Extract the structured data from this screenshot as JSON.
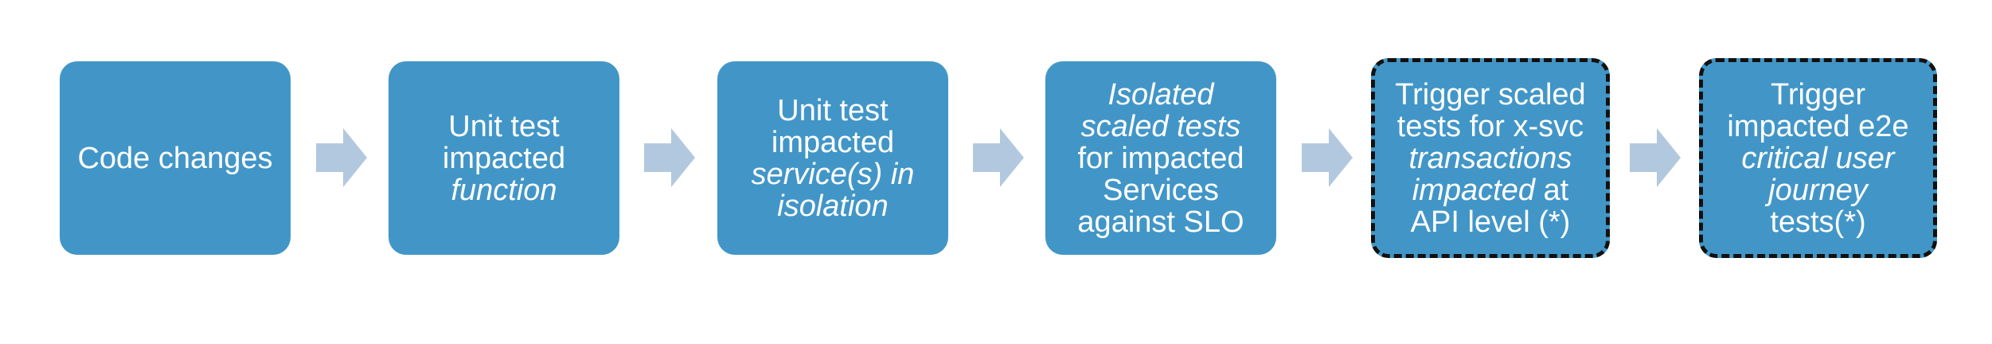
{
  "colors": {
    "box_fill": "#4296C7",
    "arrow_fill": "#B2C8DF",
    "dash_border": "#111111",
    "text": "#FFFFFF"
  },
  "steps": [
    {
      "dashed": false,
      "lines": [
        [
          {
            "t": "Code changes",
            "i": false
          }
        ]
      ]
    },
    {
      "dashed": false,
      "lines": [
        [
          {
            "t": "Unit test",
            "i": false
          }
        ],
        [
          {
            "t": "impacted",
            "i": false
          }
        ],
        [
          {
            "t": "function",
            "i": true
          }
        ]
      ]
    },
    {
      "dashed": false,
      "lines": [
        [
          {
            "t": "Unit test",
            "i": false
          }
        ],
        [
          {
            "t": "impacted",
            "i": false
          }
        ],
        [
          {
            "t": "service(s) in",
            "i": true
          }
        ],
        [
          {
            "t": "isolation",
            "i": true
          }
        ]
      ]
    },
    {
      "dashed": false,
      "lines": [
        [
          {
            "t": "Isolated",
            "i": true
          }
        ],
        [
          {
            "t": "scaled tests",
            "i": true
          }
        ],
        [
          {
            "t": "for impacted",
            "i": false
          }
        ],
        [
          {
            "t": "Services",
            "i": false
          }
        ],
        [
          {
            "t": "against SLO",
            "i": false
          }
        ]
      ]
    },
    {
      "dashed": true,
      "lines": [
        [
          {
            "t": "Trigger scaled",
            "i": false
          }
        ],
        [
          {
            "t": "tests for x-svc",
            "i": false
          }
        ],
        [
          {
            "t": "transactions",
            "i": true
          }
        ],
        [
          {
            "t": "impacted",
            "i": true
          },
          {
            "t": " at",
            "i": false
          }
        ],
        [
          {
            "t": "API level (*)",
            "i": false
          }
        ]
      ]
    },
    {
      "dashed": true,
      "lines": [
        [
          {
            "t": "Trigger",
            "i": false
          }
        ],
        [
          {
            "t": "impacted e2e",
            "i": false
          }
        ],
        [
          {
            "t": "critical user",
            "i": true
          }
        ],
        [
          {
            "t": "journey",
            "i": true
          }
        ],
        [
          {
            "t": "tests(*)",
            "i": false
          }
        ]
      ]
    }
  ],
  "arrows_count": 5
}
